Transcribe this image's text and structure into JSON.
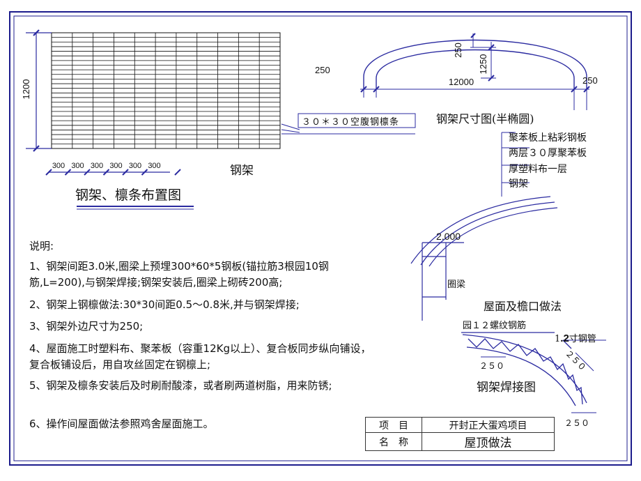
{
  "colors": {
    "frame": "#1c1c8c",
    "drawing": "#2a2aa0",
    "text": "#111111"
  },
  "layout_drawing": {
    "dim_height": "1200",
    "spacings": [
      "300",
      "300",
      "300",
      "300",
      "300",
      "300"
    ],
    "label_steel_frame": "钢架",
    "title": "钢架、檩条布置图",
    "purlin_callout": "３０＊３０空腹钢檩条"
  },
  "dimension_drawing": {
    "dim_left": "250",
    "dim_rise_top": "250",
    "dim_rise": "1250",
    "dim_span": "12000",
    "dim_right": "250",
    "title": "钢架尺寸图(半椭圆)"
  },
  "roof_detail": {
    "layers": [
      "聚苯板上粘彩钢板",
      "两层３０厚聚苯板",
      "厚塑料布一层",
      "钢架"
    ],
    "elevation": "2.000",
    "ring_beam": "圈梁",
    "title": "屋面及檐口做法"
  },
  "weld_detail": {
    "rebar_label": "园１２螺纹钢筋",
    "pipe_prefix": "1",
    "pipe_size": ".2",
    "pipe_suffix": "寸钢管",
    "dim_a": "２５０",
    "dim_b": "２５０",
    "dim_c": "２５０",
    "title": "钢架焊接图"
  },
  "notes": {
    "heading": "说明:",
    "items": [
      "1、钢架间距3.0米,圈梁上预埋300*60*5钢板(锚拉筋3根园10钢筋,L=200),与钢架焊接;钢架安装后,圈梁上砌砖200高;",
      "2、钢架上钢檩做法:30*30间距0.5～0.8米,并与钢架焊接;",
      "3、钢架外边尺寸为250;",
      "4、屋面施工时塑料布、聚苯板（容重12Kg以上）、复合板同步纵向铺设，复合板铺设后，用自攻丝固定在钢檩上;",
      " 5、钢架及檩条安装后及时刷耐酸漆，或者刷两道树脂，用来防锈;",
      " 6、操作间屋面做法参照鸡舍屋面施工。"
    ]
  },
  "title_block": {
    "project_label": "项　目",
    "project_value": "开封正大蛋鸡项目",
    "name_label": "名　称",
    "name_value": "屋顶做法"
  }
}
